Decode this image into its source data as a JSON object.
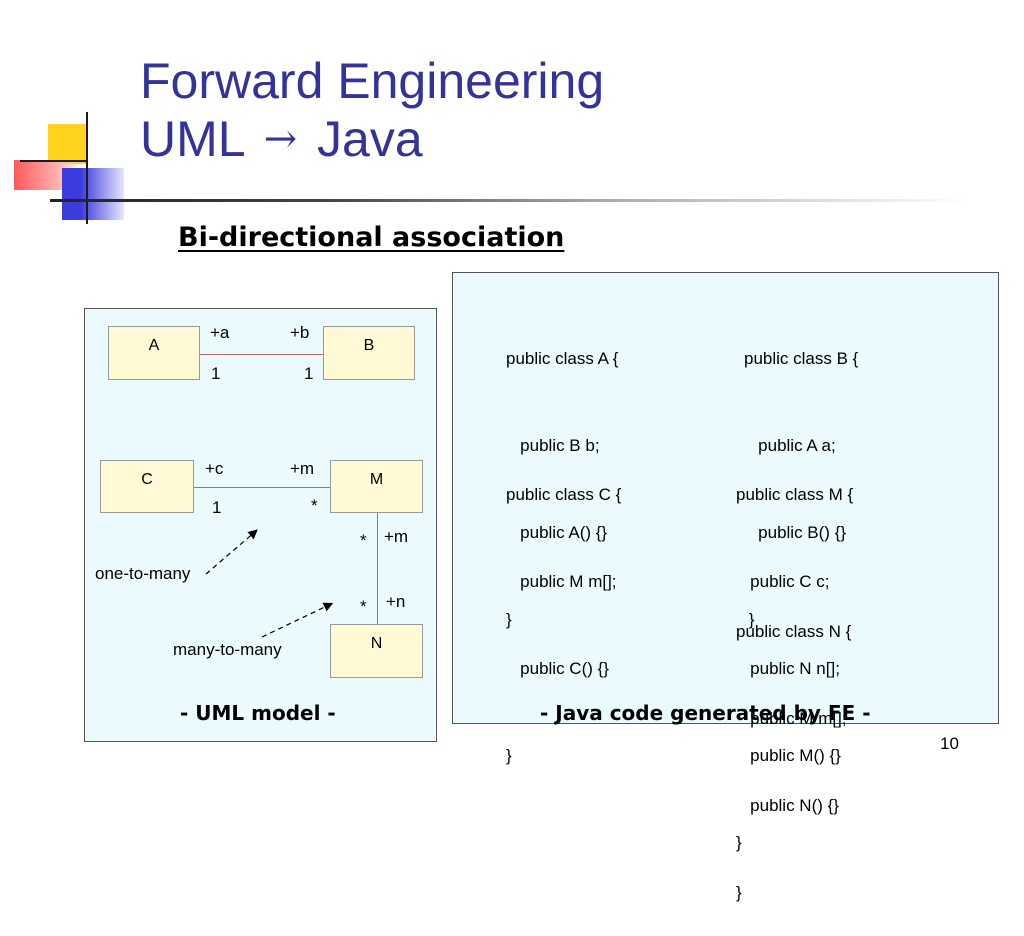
{
  "slide": {
    "title_line1": "Forward Engineering",
    "title_line2_left": "UML",
    "title_arrow": "→",
    "title_line2_right": "Java",
    "subtitle": "Bi-directional association",
    "page_number": "10"
  },
  "uml": {
    "classes": {
      "A": "A",
      "B": "B",
      "C": "C",
      "M": "M",
      "N": "N"
    },
    "ab": {
      "role_a": "+a",
      "role_b": "+b",
      "mult_a": "1",
      "mult_b": "1"
    },
    "cm": {
      "role_c": "+c",
      "role_m": "+m",
      "mult_c": "1",
      "mult_m": "*"
    },
    "mn": {
      "mult_m": "*",
      "role_m": "+m",
      "mult_n": "*",
      "role_n": "+n"
    },
    "notes": {
      "one_to_many": "one-to-many",
      "many_to_many": "many-to-many"
    },
    "caption": "- UML model -"
  },
  "code": {
    "class_a": [
      "public class A {",
      "   public B b;",
      "   public A() {}",
      "}"
    ],
    "class_b": [
      "public class B {",
      "   public A a;",
      "   public B() {}",
      " }"
    ],
    "class_c": [
      "public class C {",
      "   public M m[];",
      "   public C() {}",
      "}"
    ],
    "class_m": [
      "public class M {",
      "   public C c;",
      "   public N n[];",
      "   public M() {}",
      "}"
    ],
    "class_n": [
      "public class N {",
      "   public M m[];",
      "   public N() {}",
      "}"
    ],
    "caption": "- Java code generated by FE -"
  }
}
